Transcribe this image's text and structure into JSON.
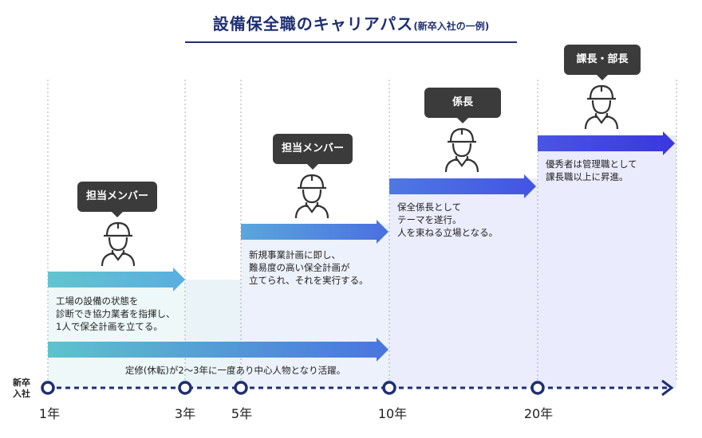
{
  "title": {
    "main": "設備保全職のキャリアパス",
    "sub": "(新卒入社の一例)"
  },
  "start_label": "新卒\n入社",
  "years": [
    "1年",
    "3年",
    "5年",
    "10年",
    "20年"
  ],
  "roles": [
    "担当メンバー",
    "担当メンバー",
    "係長",
    "課長・部長"
  ],
  "descriptions": [
    "工場の設備の状態を\n診断でき協力業者を指揮し、\n1人で保全計画を立てる。",
    "新規事業計画に即し、\n難易度の高い保全計画が\n立てられ、それを実行する。",
    "保全係長として\nテーマを遂行。\n人を束ねる立場となる。",
    "優秀者は管理職として\n課長職以上に昇進。"
  ],
  "rotation_note": "定修(休転)が2〜3年に一度あり中心人物となり活躍。",
  "icons": [
    "worker-helmet-icon"
  ],
  "colors": {
    "title": "#1f2f73",
    "timeline": "#1f2f73",
    "bubble": "#3b3b3b",
    "arrow_start": "#5ec3cd",
    "arrow_end": "#3a3fe0"
  }
}
